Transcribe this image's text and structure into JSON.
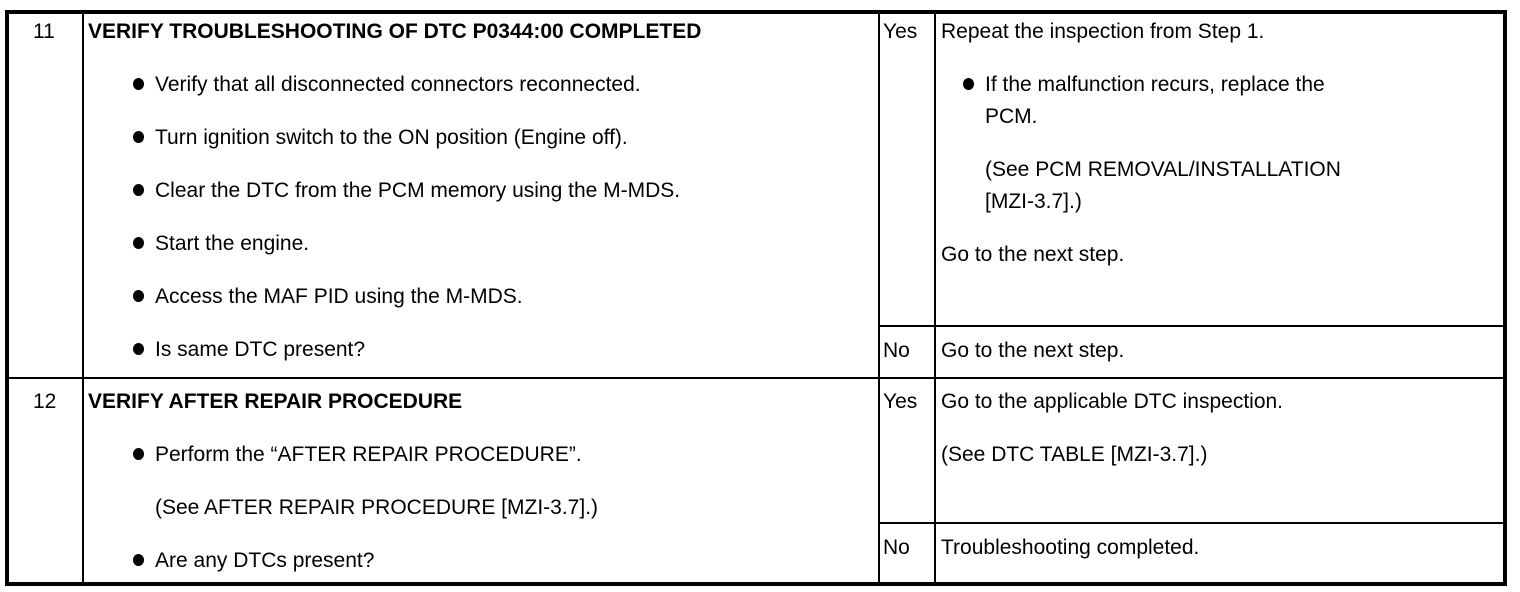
{
  "document": {
    "kind": "troubleshooting-table",
    "rows": [
      {
        "step": "11",
        "action": {
          "title": "VERIFY TROUBLESHOOTING OF DTC P0344:00 COMPLETED",
          "items": [
            {
              "type": "bullet",
              "text": "Verify that all disconnected connectors reconnected."
            },
            {
              "type": "bullet",
              "text": "Turn ignition switch to the ON position (Engine off)."
            },
            {
              "type": "bullet",
              "text": "Clear the DTC from the PCM memory using the M-MDS."
            },
            {
              "type": "bullet",
              "text": "Start the engine."
            },
            {
              "type": "bullet",
              "text": "Access the MAF PID using the M-MDS."
            },
            {
              "type": "bullet",
              "text": "Is same DTC present?"
            }
          ]
        },
        "outcomes": [
          {
            "label": "Yes",
            "items": [
              {
                "type": "text",
                "text": "Repeat the inspection from Step 1."
              },
              {
                "type": "bullet",
                "text": "If the malfunction recurs, replace the\nPCM."
              },
              {
                "type": "indent",
                "text": "(See PCM REMOVAL/INSTALLATION\n[MZI-3.7].)"
              },
              {
                "type": "text",
                "text": "Go to the next step."
              }
            ]
          },
          {
            "label": "No",
            "items": [
              {
                "type": "text",
                "text": "Go to the next step."
              }
            ]
          }
        ]
      },
      {
        "step": "12",
        "action": {
          "title": "VERIFY AFTER REPAIR PROCEDURE",
          "items": [
            {
              "type": "bullet",
              "text": "Perform the “AFTER REPAIR PROCEDURE”."
            },
            {
              "type": "indent",
              "text": "(See AFTER REPAIR PROCEDURE [MZI-3.7].)"
            },
            {
              "type": "bullet",
              "text": "Are any DTCs present?"
            }
          ]
        },
        "outcomes": [
          {
            "label": "Yes",
            "items": [
              {
                "type": "text",
                "text": "Go to the applicable DTC inspection."
              },
              {
                "type": "text",
                "text": "(See DTC TABLE [MZI-3.7].)"
              }
            ]
          },
          {
            "label": "No",
            "items": [
              {
                "type": "text",
                "text": "Troubleshooting completed."
              }
            ]
          }
        ]
      }
    ]
  }
}
